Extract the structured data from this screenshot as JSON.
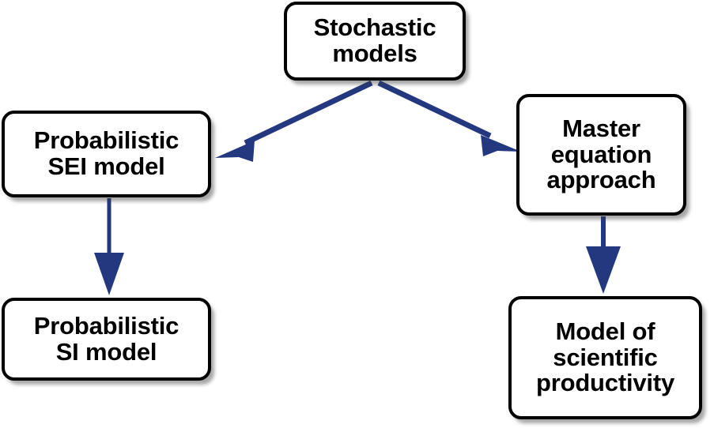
{
  "diagram": {
    "type": "flowchart",
    "background_color": "#ffffff",
    "node_fill_color": "#ffffff",
    "node_border_color": "#000000",
    "arrow_color": "#24387f",
    "text_color": "#000000",
    "nodes": [
      {
        "id": "stochastic-models",
        "label": "Stochastic\nmodels",
        "role": "root"
      },
      {
        "id": "probabilistic-sei-model",
        "label": "Probabilistic\nSEI model",
        "role": "branch-left"
      },
      {
        "id": "master-equation-approach",
        "label": "Master\nequation\napproach",
        "role": "branch-right"
      },
      {
        "id": "probabilistic-si-model",
        "label": "Probabilistic\nSI model",
        "role": "leaf-left"
      },
      {
        "id": "model-of-scientific-productivity",
        "label": "Model of\nscientific\nproductivity",
        "role": "leaf-right"
      }
    ],
    "edges": [
      {
        "id": "edge-stochastic-to-sei",
        "from": "stochastic-models",
        "to": "probabilistic-sei-model",
        "direction": "diagonal-down-left"
      },
      {
        "id": "edge-stochastic-to-master",
        "from": "stochastic-models",
        "to": "master-equation-approach",
        "direction": "diagonal-down-right"
      },
      {
        "id": "edge-sei-to-si",
        "from": "probabilistic-sei-model",
        "to": "probabilistic-si-model",
        "direction": "vertical-down"
      },
      {
        "id": "edge-master-to-productivity",
        "from": "master-equation-approach",
        "to": "model-of-scientific-productivity",
        "direction": "vertical-down"
      }
    ]
  }
}
